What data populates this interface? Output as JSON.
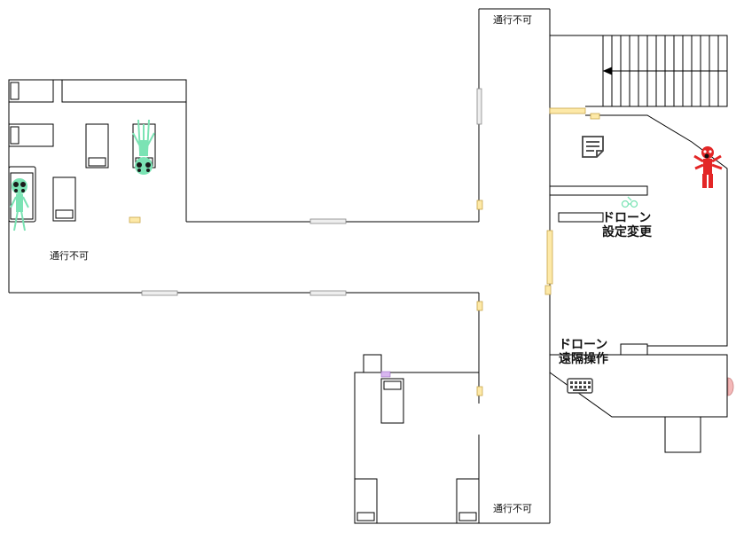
{
  "labels": {
    "blocked_top": "通行不可",
    "blocked_left": "通行不可",
    "blocked_bottom": "通行不可",
    "drone_settings_line1": "ドローン",
    "drone_settings_line2": "設定変更",
    "drone_remote_line1": "ドローン",
    "drone_remote_line2": "遠隔操作"
  },
  "colors": {
    "wall": "#000000",
    "door_yellow": "#fde9a8",
    "door_yellow_stroke": "#c9a64a",
    "window_gray": "#eeeeee",
    "ghost_green": "#7be3b4",
    "enemy_red": "#e32626",
    "floor_bg": "#ffffff"
  },
  "icons": {
    "memo": "memo-icon",
    "keyboard": "keyboard-icon",
    "ghost_left": "green-ghost-icon",
    "ghost_bed": "green-ghost-icon",
    "enemy": "red-monster-icon",
    "glasses": "glasses-icon",
    "stairs_arrow": "arrow-left-icon"
  }
}
